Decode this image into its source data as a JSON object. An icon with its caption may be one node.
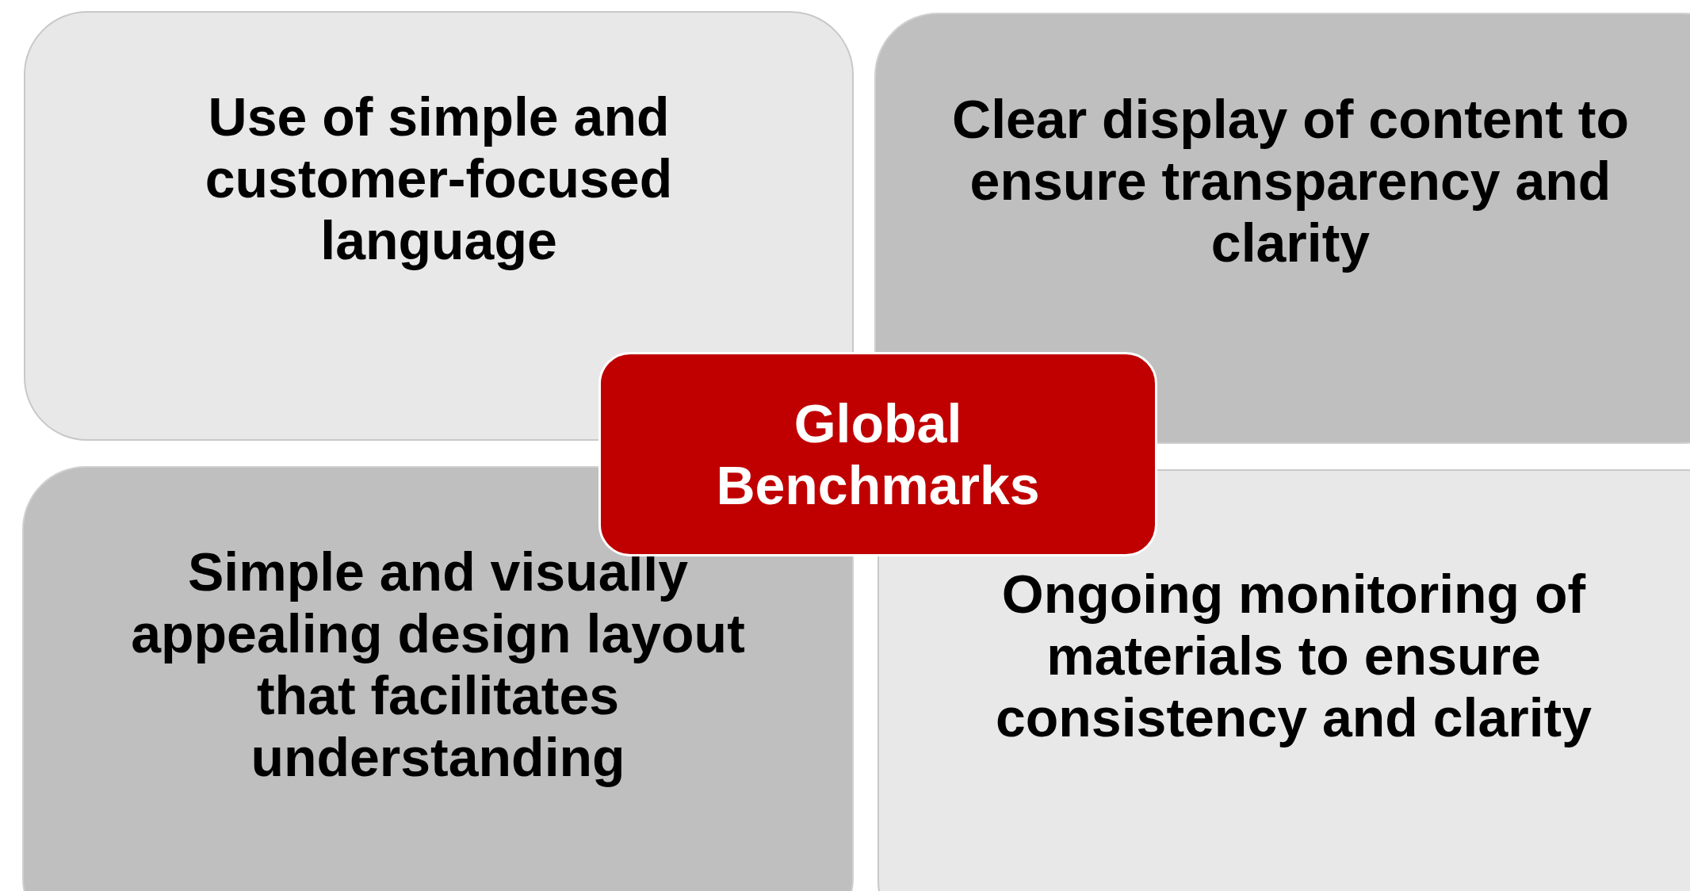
{
  "diagram": {
    "nodes": [
      {
        "text": [
          "Use of simple and customer-focused language"
        ]
      },
      {
        "text": [
          "Clear display of content to ensure transparency and clarity"
        ]
      },
      {
        "text": [
          "Global Benchmarks"
        ]
      },
      {
        "text": [
          "Simple and visually appealing design layout that facilitates understanding"
        ]
      },
      {
        "text": [
          "Ongoing monitoring of materials to ensure consistency and clarity"
        ]
      }
    ],
    "edges": []
  }
}
